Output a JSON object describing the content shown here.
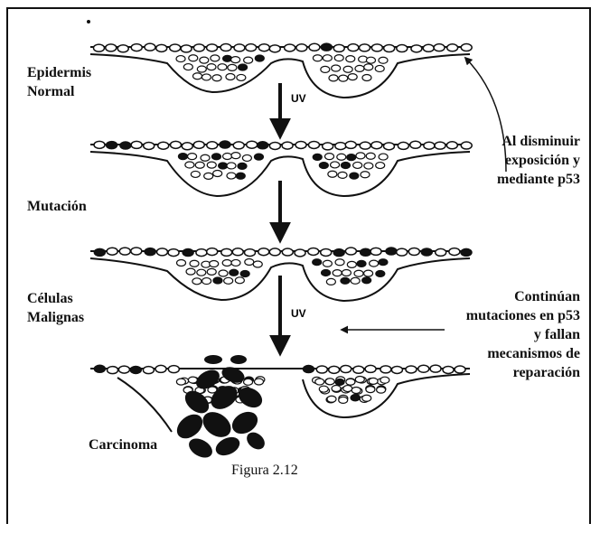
{
  "labels": {
    "epidermis": [
      "Epidermis",
      "Normal"
    ],
    "mutacion": "Mutación",
    "celulas": [
      "Células",
      "Malignas"
    ],
    "carcinoma": "Carcinoma",
    "uv": "UV",
    "recovery_note": [
      "Al disminuir",
      "exposición y",
      "mediante p53"
    ],
    "failure_note": [
      "Continúan",
      "mutaciones en p53",
      "y fallan",
      "mecanismos de",
      "reparación"
    ]
  },
  "caption": "Figura 2.12"
}
